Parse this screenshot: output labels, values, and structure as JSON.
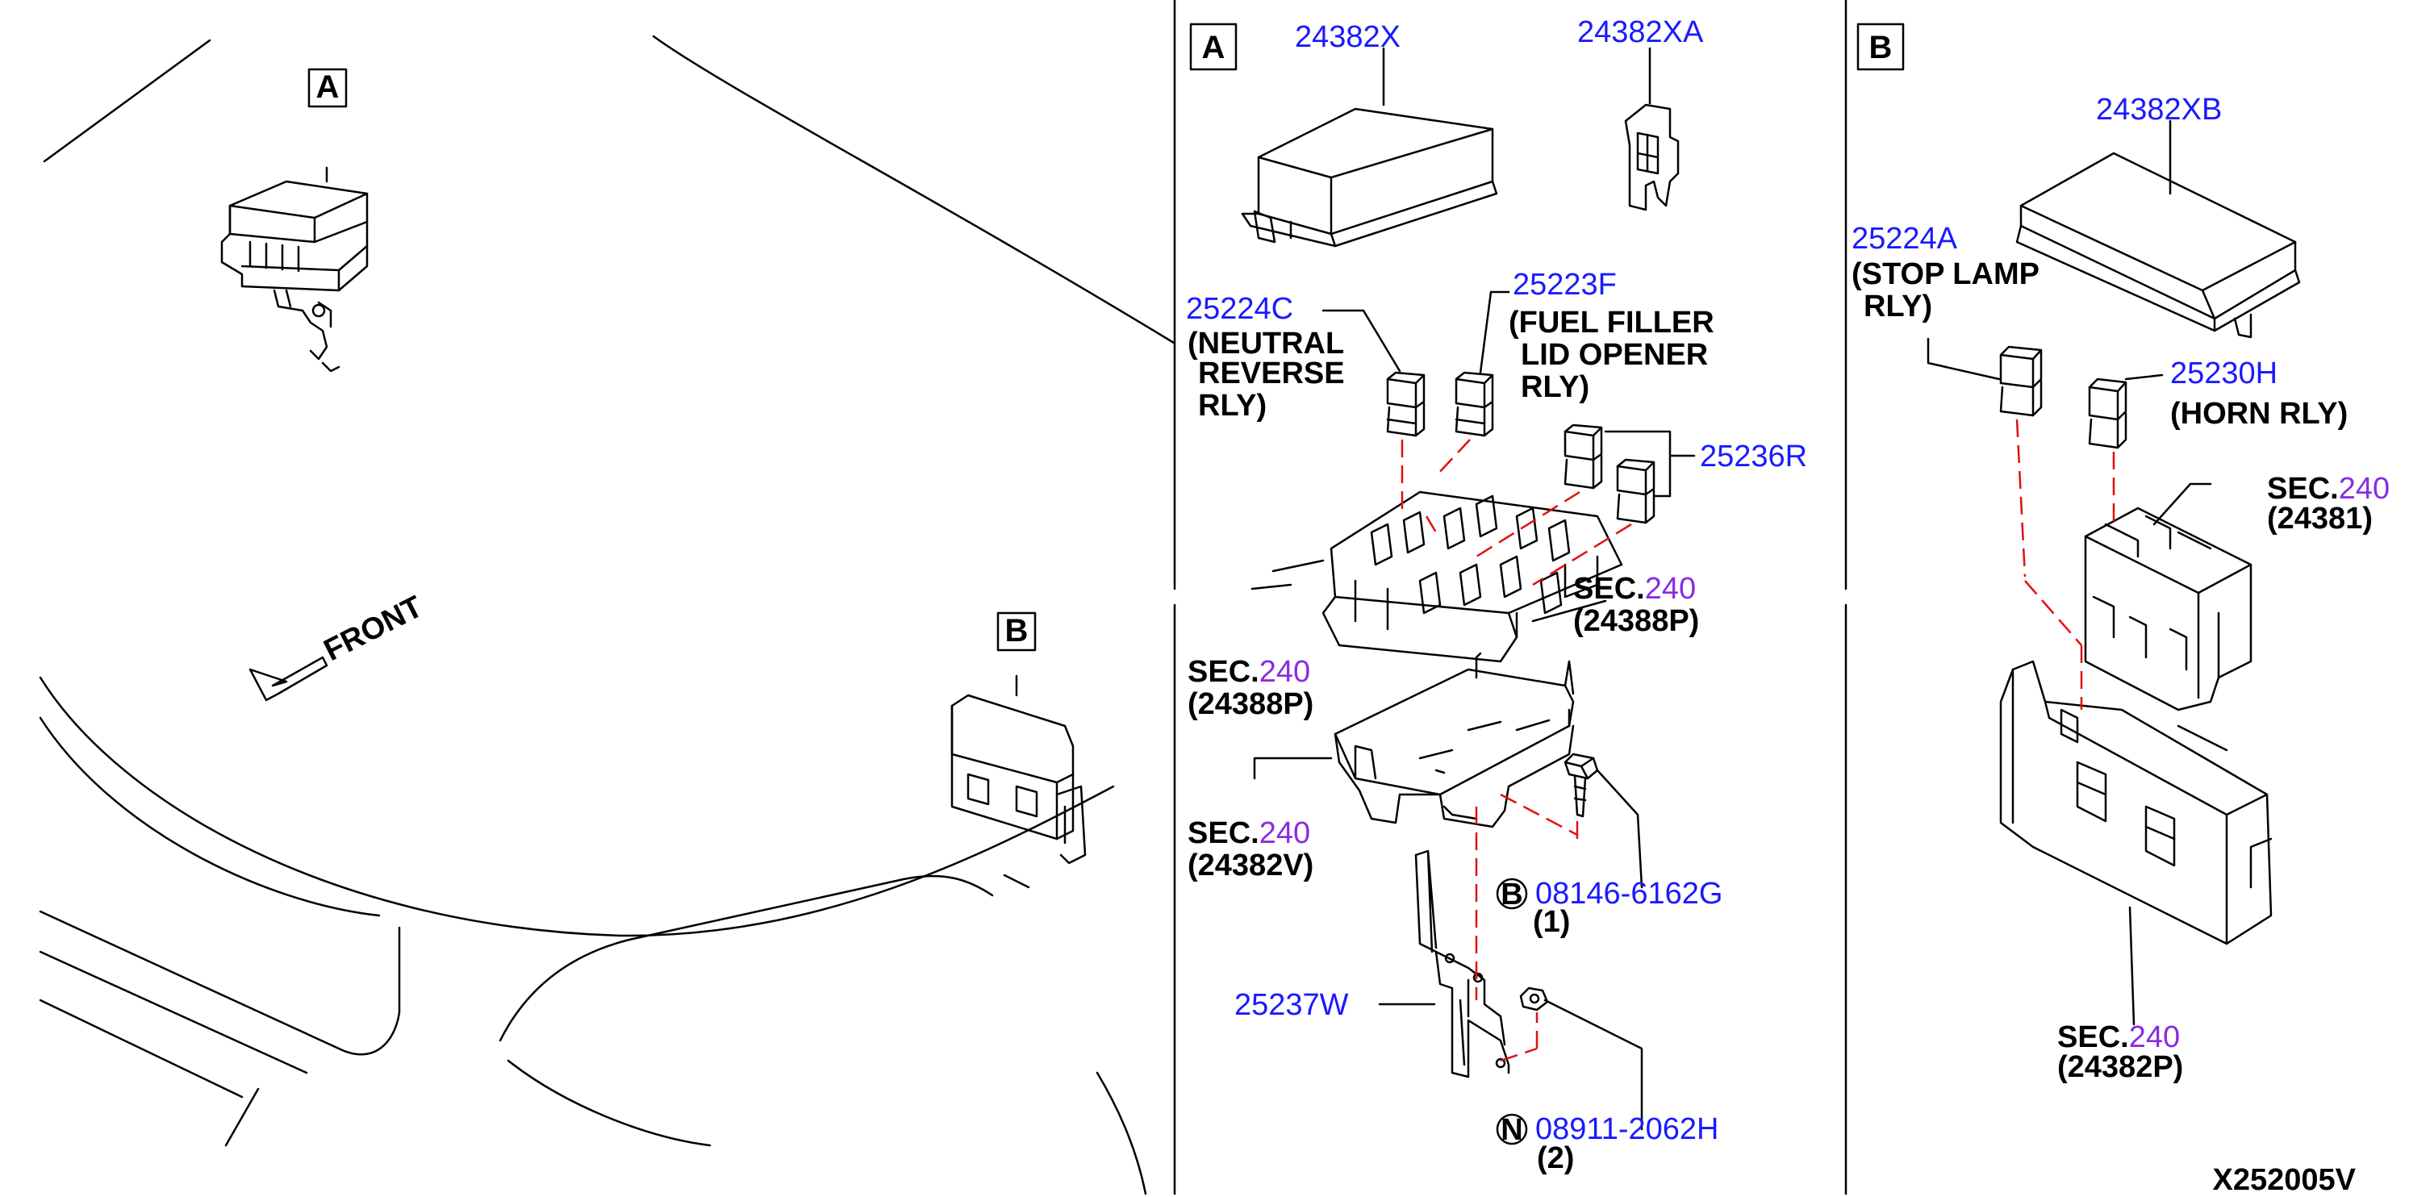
{
  "frames": {
    "a": "A",
    "b": "B"
  },
  "overview": {
    "callout_a": "A",
    "callout_b": "B",
    "front_label": "FRONT"
  },
  "panel_a": {
    "p_24382X": "24382X",
    "p_24382XA": "24382XA",
    "p_25224C": "25224C",
    "p_25224C_desc": [
      "(NEUTRAL",
      "REVERSE",
      "RLY)"
    ],
    "p_25223F": "25223F",
    "p_25223F_desc": [
      "(FUEL FILLER",
      "LID OPENER",
      "RLY)"
    ],
    "p_25236R": "25236R",
    "sec_right": {
      "prefix": "SEC.",
      "num": "240",
      "code": "(24388P)"
    },
    "sec_left": {
      "prefix": "SEC.",
      "num": "240",
      "code": "(24388P)"
    },
    "sec_lower": {
      "prefix": "SEC.",
      "num": "240",
      "code": "(24382V)"
    },
    "bolt_marker": "B",
    "bolt_part": "08146-6162G",
    "bolt_qty": "(1)",
    "p_25237W": "25237W",
    "nut_marker": "N",
    "nut_part": "08911-2062H",
    "nut_qty": "(2)"
  },
  "panel_b": {
    "p_24382XB": "24382XB",
    "p_25224A": "25224A",
    "p_25224A_desc": [
      "(STOP LAMP",
      "RLY)"
    ],
    "p_25230H": "25230H",
    "p_25230H_desc": "(HORN RLY)",
    "sec_upper": {
      "prefix": "SEC.",
      "num": "240",
      "code": "(24381)"
    },
    "sec_lower": {
      "prefix": "SEC.",
      "num": "240",
      "code": "(24382P)"
    }
  },
  "diagram_id": "X252005V",
  "colors": {
    "part_number": "#1a1aff",
    "section_number": "#8a2be2",
    "leader_dash": "#e01010",
    "line": "#000000"
  }
}
